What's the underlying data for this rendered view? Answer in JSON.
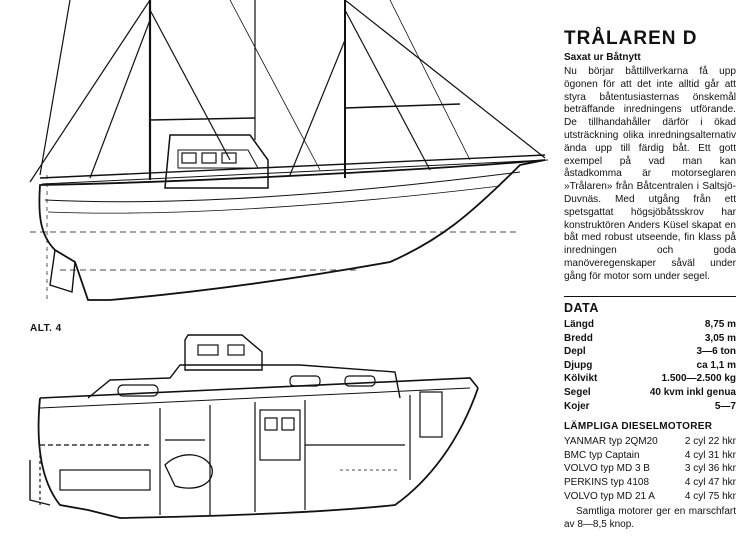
{
  "article": {
    "title": "TRÅLAREN D",
    "subtitle": "Saxat ur Båtnytt",
    "body": "Nu börjar båttillverkarna få upp ögonen för att det inte alltid går att styra båtentusiasternas önskemål beträffande inredningens utförande. De tillhandahåller därför i ökad utsträckning olika inredningsalternativ ända upp till färdig båt. Ett gott exempel på vad man kan åstadkomma är motorseglaren »Trålaren» från Båtcentralen i Saltsjö-Duvnäs. Med utgång från ett spetsgattat högsjöbåtsskrov har konstruktören Anders Küsel skapat en båt med robust utseende, fin klass på inredningen och goda manöveregenskaper såväl under gång för motor som under segel."
  },
  "drawing": {
    "alt_label": "ALT. 4"
  },
  "data": {
    "heading": "DATA",
    "specs": [
      {
        "label": "Längd",
        "value": "8,75 m"
      },
      {
        "label": "Bredd",
        "value": "3,05 m"
      },
      {
        "label": "Depl",
        "value": "3—6 ton"
      },
      {
        "label": "Djupg",
        "value": "ca 1,1 m"
      },
      {
        "label": "Kölvikt",
        "value": "1.500—2.500 kg"
      },
      {
        "label": "Segel",
        "value": "40 kvm inkl genua"
      },
      {
        "label": "Kojer",
        "value": "5—7"
      }
    ]
  },
  "motors": {
    "heading": "LÄMPLIGA DIESELMOTORER",
    "items": [
      {
        "model": "YANMAR typ 2QM20",
        "spec": "2 cyl 22 hkr"
      },
      {
        "model": "BMC typ Captain",
        "spec": "4 cyl 31 hkr"
      },
      {
        "model": "VOLVO typ MD 3 B",
        "spec": "3 cyl 36 hkr"
      },
      {
        "model": "PERKINS typ 4108",
        "spec": "4 cyl 47 hkr"
      },
      {
        "model": "VOLVO typ MD 21 A",
        "spec": "4 cyl 75 hkr"
      }
    ],
    "note": "Samtliga motorer ger en marschfart av 8—8,5 knop."
  },
  "colors": {
    "ink": "#111111",
    "paper": "#ffffff"
  }
}
